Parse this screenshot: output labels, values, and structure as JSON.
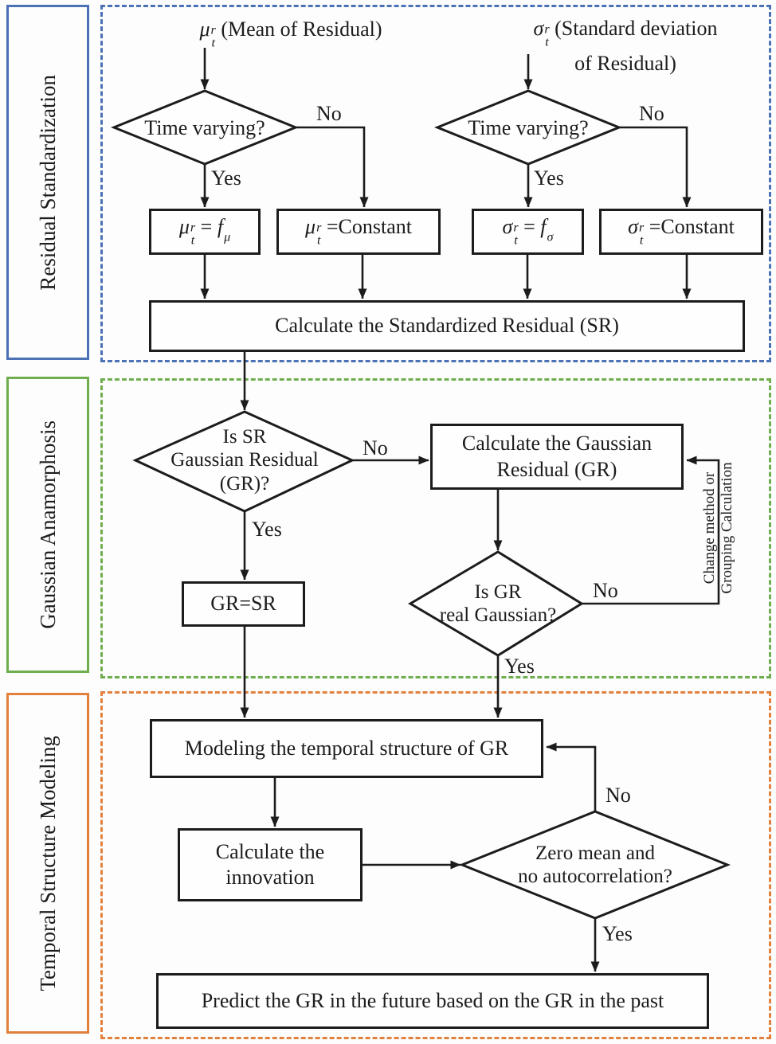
{
  "sections": [
    {
      "label": "Residual Standardization",
      "color": "#4a72b4"
    },
    {
      "label": "Gaussian Anamorphosis",
      "color": "#6fae4e"
    },
    {
      "label": "Temporal Structure Modeling",
      "color": "#e2813c"
    }
  ],
  "line_color": "#1c1c1c",
  "inputs": {
    "mu": {
      "base": "μ",
      "sup": "r",
      "sub": "t",
      "desc": " (Mean of Residual)"
    },
    "sigma": {
      "base": "σ",
      "sup": "r",
      "sub": "t",
      "desc_line1": " (Standard deviation",
      "desc_line2": "of Residual)"
    }
  },
  "decisions": {
    "time_varying_mu": "Time varying?",
    "time_varying_sigma": "Time varying?",
    "is_sr_gr": {
      "line1": "Is SR",
      "line2": "Gaussian Residual",
      "line3": "(GR)?"
    },
    "is_gr_real": {
      "line1": "Is GR",
      "line2": "real Gaussian?"
    },
    "zero_mean": {
      "line1": "Zero mean and",
      "line2": "no autocorrelation?"
    }
  },
  "boxes": {
    "mu_f": {
      "base": "μ",
      "sup": "r",
      "sub": "t",
      "eq": " = ",
      "rhs_base": "f",
      "rhs_sub": "μ"
    },
    "mu_const": {
      "base": "μ",
      "sup": "r",
      "sub": "t",
      "eq": " =Constant"
    },
    "sigma_f": {
      "base": "σ",
      "sup": "r",
      "sub": "t",
      "eq": " = ",
      "rhs_base": "f",
      "rhs_sub": "σ"
    },
    "sigma_const": {
      "base": "σ",
      "sup": "r",
      "sub": "t",
      "eq": " =Constant"
    },
    "calc_sr": "Calculate the Standardized Residual (SR)",
    "calc_gr": {
      "line1": "Calculate the Gaussian",
      "line2": "Residual (GR)"
    },
    "gr_eq_sr": "GR=SR",
    "modeling": "Modeling the temporal structure of GR",
    "innovation": {
      "line1": "Calculate the",
      "line2": "innovation"
    },
    "predict": "Predict the GR in the future based on the GR in the past"
  },
  "edge_labels": {
    "no_mu": "No",
    "yes_mu": "Yes",
    "no_sigma": "No",
    "yes_sigma": "Yes",
    "no_sr": "No",
    "yes_sr": "Yes",
    "no_gr": "No",
    "yes_gr": "Yes",
    "no_zero": "No",
    "yes_zero": "Yes",
    "feedback": {
      "line1": "Change method or",
      "line2": "Grouping Calculation"
    }
  }
}
